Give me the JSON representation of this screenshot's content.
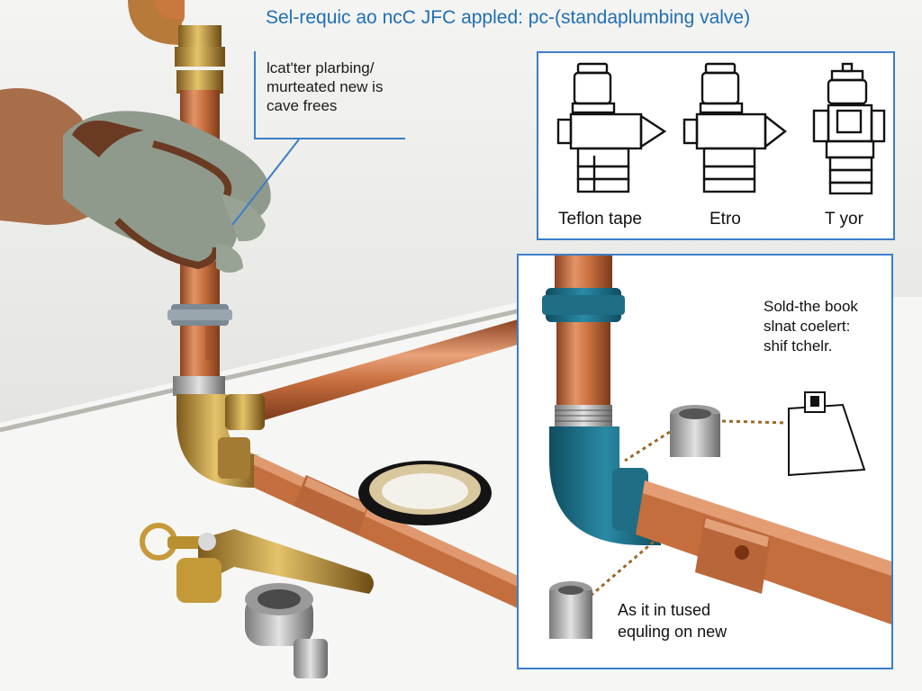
{
  "title": "Sel-requic ao ncC JFC appled: pc-(standaplumbing valve)",
  "callout_top": {
    "lines": [
      "lcat'ter plarbing/",
      "murteated new is",
      "cave frees"
    ]
  },
  "panel_valves": {
    "labels": [
      "Teflon tape",
      "Etro",
      "T yor"
    ]
  },
  "panel_detail": {
    "note_top": [
      "Sold-the book",
      "slnat coelert:",
      "shif tchelr."
    ],
    "note_bottom": [
      "As it in tused",
      "equling on new"
    ]
  },
  "colors": {
    "accent_blue": "#3c7ec8",
    "copper": "#c8703f",
    "teal_fitting": "#1f6e86",
    "brass": "#b58a3a",
    "glove": "#8f9a8c"
  },
  "icons": [
    "wrench-icon",
    "valve-icon",
    "tape-roll-icon",
    "fitting-icon"
  ]
}
